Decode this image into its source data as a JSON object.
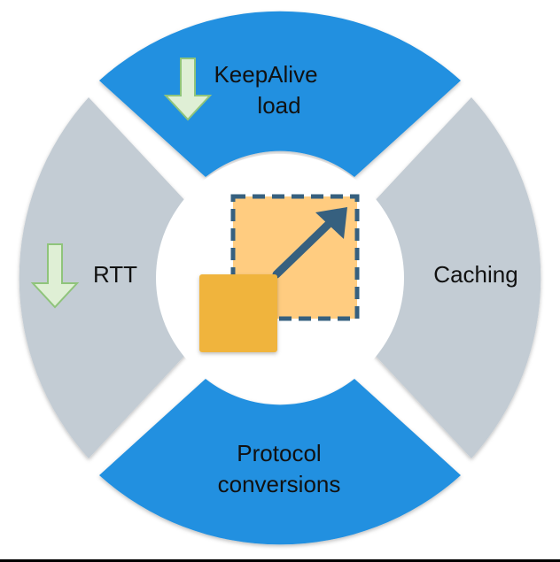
{
  "segments": {
    "top": {
      "line1": "KeepAlive",
      "line2": "load",
      "color": "#2390e0",
      "icon": "arrow-down-icon"
    },
    "left": {
      "label": "RTT",
      "color": "#c3ccd4",
      "icon": "arrow-down-icon"
    },
    "right": {
      "label": "Caching",
      "color": "#c3ccd4"
    },
    "bottom": {
      "line1": "Protocol",
      "line2": "conversions",
      "color": "#2390e0"
    }
  },
  "center": {
    "icon": "resize-scale-up-icon",
    "colors": {
      "small": "#f0b43c",
      "large": "#ffcc80",
      "arrow": "#36607f"
    }
  },
  "arrow_icon_colors": {
    "fill": "#dfefd5",
    "stroke": "#8fc47b"
  }
}
